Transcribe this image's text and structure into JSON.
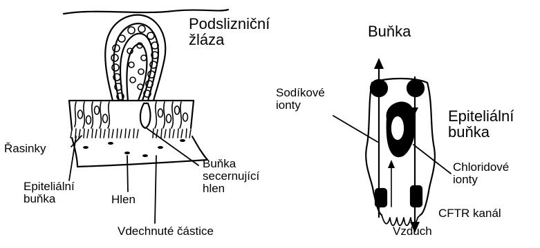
{
  "left_diagram": {
    "gland_label": "Podslizniční\nžláza",
    "labels": {
      "cilia": "Řasinky",
      "epithelial_cell": "Epiteliální\nbuňka",
      "mucus": "Hlen",
      "secreting_cell": "Buňka\nsecernující\nhlen",
      "inhaled_particles": "Vdechnuté částice"
    }
  },
  "right_diagram": {
    "title": "Buňka",
    "cell_label": "Epiteliální\nbuňka",
    "labels": {
      "sodium_ions": "Sodíkové\nionty",
      "chloride_ions": "Chloridové\nionty",
      "cftr_channel": "CFTR kanál",
      "air": "Vzduch"
    }
  },
  "colors": {
    "ink": "#000000",
    "paper": "#ffffff"
  }
}
